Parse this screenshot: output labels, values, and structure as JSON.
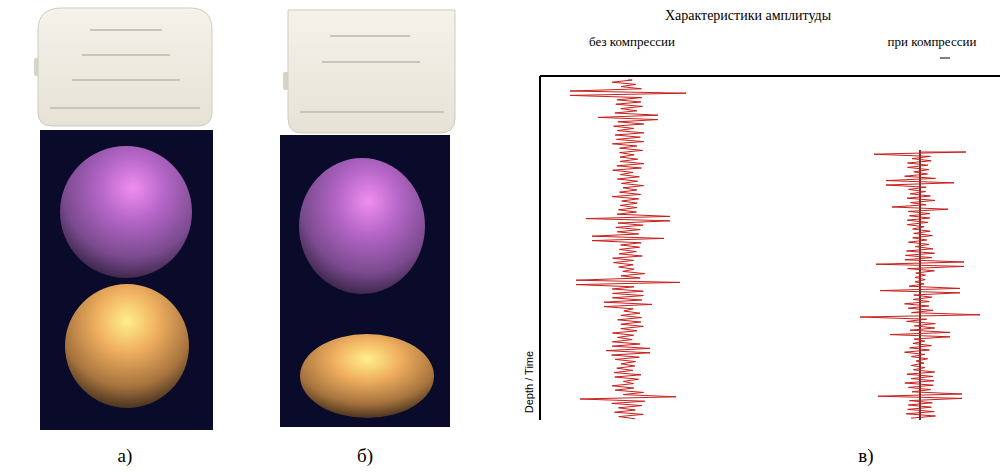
{
  "diagram": {
    "labels": [
      "а)",
      "б)",
      "в)",
      "Характеристики амплитуды",
      "без компрессии",
      "при компрессии",
      "Depth / Time"
    ]
  }
}
